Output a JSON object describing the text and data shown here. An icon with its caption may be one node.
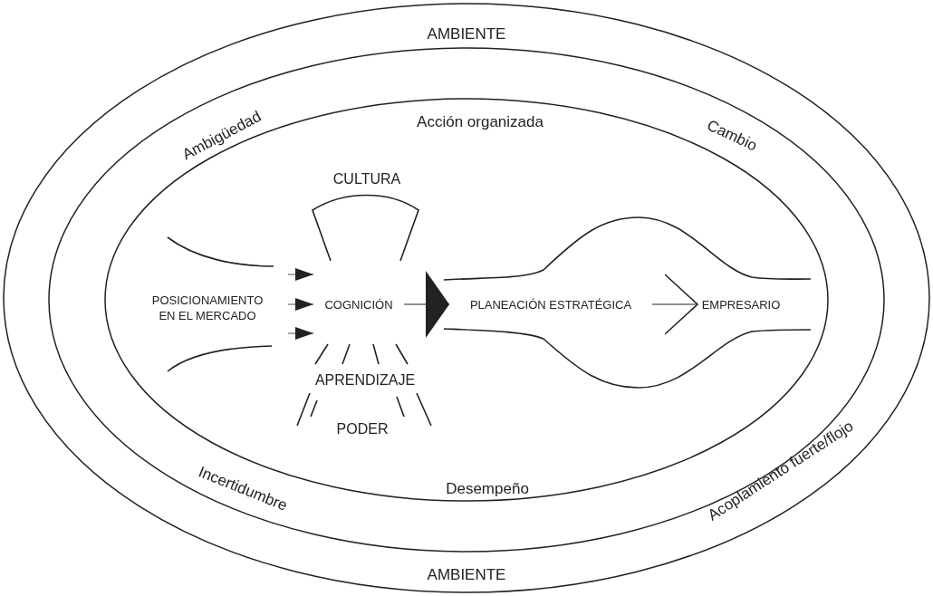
{
  "diagram": {
    "nodes": [
      {
        "text": [
          "AMBIENTE",
          "AMBIENTE"
        ]
      },
      {
        "text": [
          "Ambigüedad",
          "Cambio",
          "Incertidumbre",
          "Acoplamiento fuerte/flojo"
        ],
        "in": 0
      },
      {
        "text": [
          "Acción organizada",
          "Desempeño"
        ],
        "in": 1
      },
      {
        "text": [
          "POSICIONAMIENTO EN EL MERCADO"
        ],
        "in": 2
      },
      {
        "text": [
          "COGNICIÓN"
        ],
        "in": 2
      },
      {
        "text": [
          "CULTURA"
        ],
        "in": 2
      },
      {
        "text": [
          "APRENDIZAJE"
        ],
        "in": 2
      },
      {
        "text": [
          "PODER"
        ],
        "in": 2
      },
      {
        "text": [
          "PLANEACIÓN ESTRATÉGICA"
        ],
        "in": 2
      },
      {
        "text": [
          "EMPRESARIO"
        ],
        "in": 2
      }
    ],
    "edges": [
      {
        "from": 3,
        "to": 4,
        "arrow": "to"
      },
      {
        "from": 3,
        "to": 4,
        "arrow": "to"
      },
      {
        "from": 3,
        "to": 4,
        "arrow": "to"
      },
      {
        "from": 4,
        "to": 8,
        "arrow": "to"
      },
      {
        "from": 8,
        "to": 9,
        "arrow": "to"
      }
    ]
  }
}
